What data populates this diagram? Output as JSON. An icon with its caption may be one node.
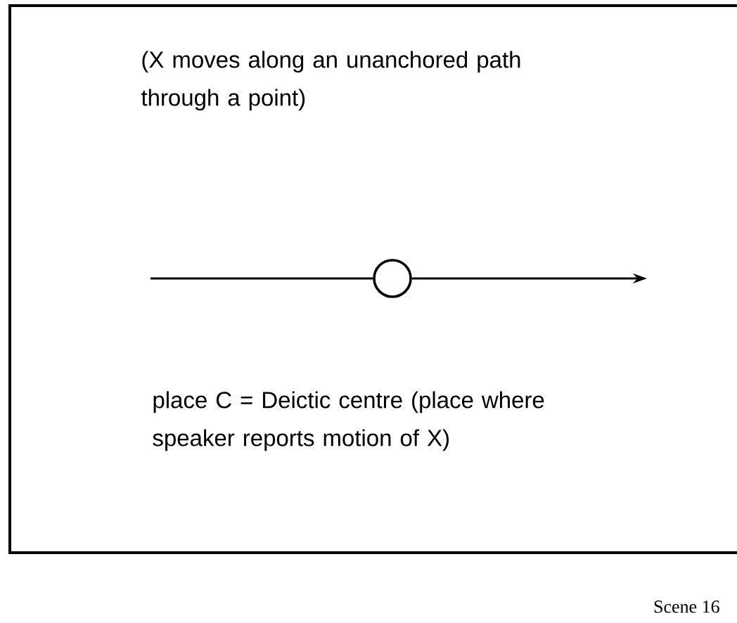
{
  "diagram": {
    "caption": "Scene 16",
    "nodes": [
      {
        "text": [
          "(X moves along an unanchored path through a point)",
          "place C = Deictic centre (place where speaker reports motion of X)"
        ]
      },
      {
        "text": [],
        "shape": "circle",
        "in": 0
      }
    ],
    "edges": [
      {
        "from": null,
        "to": 1,
        "arrow": "none"
      },
      {
        "from": 1,
        "to": null,
        "arrow": "to"
      }
    ]
  }
}
